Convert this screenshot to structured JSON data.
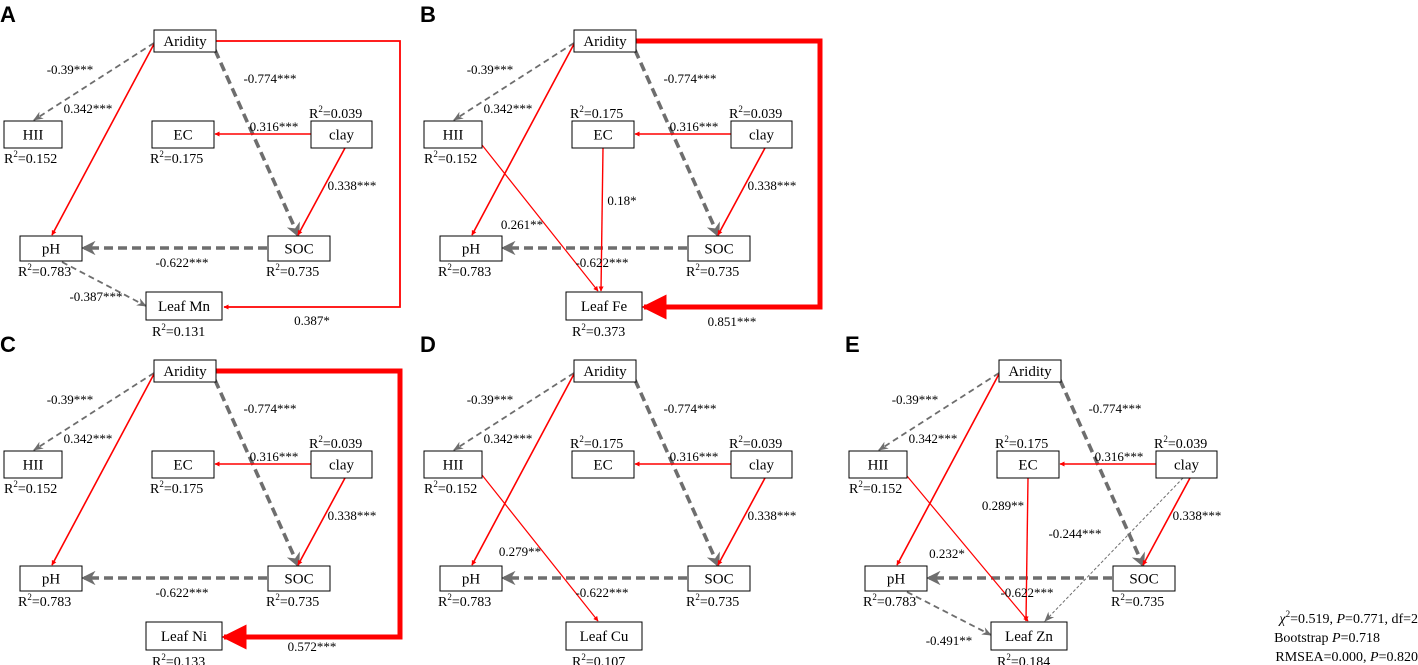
{
  "colors": {
    "positive": "#ff0000",
    "negative": "#6e6e6e",
    "text": "#000000"
  },
  "panels": [
    {
      "letter": "A",
      "nodes": {
        "aridity": "Aridity",
        "hii": "HII",
        "ec": "EC",
        "clay": "clay",
        "ph": "pH",
        "soc": "SOC",
        "leaf": "Leaf Mn"
      },
      "r2": {
        "hii": "0.152",
        "ec": "0.175",
        "clay": "0.039",
        "ph": "0.783",
        "soc": "0.735",
        "leaf": "0.131"
      },
      "coefs": {
        "aridity_hii": "-0.39***",
        "aridity_ph": "0.342***",
        "aridity_soc": "-0.774***",
        "clay_ec": "0.316***",
        "clay_soc": "0.338***",
        "soc_ph": "-0.622***",
        "ph_leaf": "-0.387***",
        "aridity_leaf": "0.387*"
      }
    },
    {
      "letter": "B",
      "nodes": {
        "aridity": "Aridity",
        "hii": "HII",
        "ec": "EC",
        "clay": "clay",
        "ph": "pH",
        "soc": "SOC",
        "leaf": "Leaf Fe"
      },
      "r2": {
        "hii": "0.152",
        "ec": "0.175",
        "clay": "0.039",
        "ph": "0.783",
        "soc": "0.735",
        "leaf": "0.373"
      },
      "coefs": {
        "aridity_hii": "-0.39***",
        "aridity_ph": "0.342***",
        "aridity_soc": "-0.774***",
        "clay_ec": "0.316***",
        "clay_soc": "0.338***",
        "soc_ph": "-0.622***",
        "ec_leaf": "0.18*",
        "hii_leaf": "0.261**",
        "aridity_leaf": "0.851***"
      }
    },
    {
      "letter": "C",
      "nodes": {
        "aridity": "Aridity",
        "hii": "HII",
        "ec": "EC",
        "clay": "clay",
        "ph": "pH",
        "soc": "SOC",
        "leaf": "Leaf Ni"
      },
      "r2": {
        "hii": "0.152",
        "ec": "0.175",
        "clay": "0.039",
        "ph": "0.783",
        "soc": "0.735",
        "leaf": "0.133"
      },
      "coefs": {
        "aridity_hii": "-0.39***",
        "aridity_ph": "0.342***",
        "aridity_soc": "-0.774***",
        "clay_ec": "0.316***",
        "clay_soc": "0.338***",
        "soc_ph": "-0.622***",
        "aridity_leaf": "0.572***"
      }
    },
    {
      "letter": "D",
      "nodes": {
        "aridity": "Aridity",
        "hii": "HII",
        "ec": "EC",
        "clay": "clay",
        "ph": "pH",
        "soc": "SOC",
        "leaf": "Leaf Cu"
      },
      "r2": {
        "hii": "0.152",
        "ec": "0.175",
        "clay": "0.039",
        "ph": "0.783",
        "soc": "0.735",
        "leaf": "0.107"
      },
      "coefs": {
        "aridity_hii": "-0.39***",
        "aridity_ph": "0.342***",
        "aridity_soc": "-0.774***",
        "clay_ec": "0.316***",
        "clay_soc": "0.338***",
        "soc_ph": "-0.622***",
        "hii_leaf": "0.279**"
      }
    },
    {
      "letter": "E",
      "nodes": {
        "aridity": "Aridity",
        "hii": "HII",
        "ec": "EC",
        "clay": "clay",
        "ph": "pH",
        "soc": "SOC",
        "leaf": "Leaf Zn"
      },
      "r2": {
        "hii": "0.152",
        "ec": "0.175",
        "clay": "0.039",
        "ph": "0.783",
        "soc": "0.735",
        "leaf": "0.184"
      },
      "coefs": {
        "aridity_hii": "-0.39***",
        "aridity_ph": "0.342***",
        "aridity_soc": "-0.774***",
        "clay_ec": "0.316***",
        "clay_soc": "0.338***",
        "soc_ph": "-0.622***",
        "ec_leaf": "0.289**",
        "clay_leaf": "-0.244***",
        "hii_leaf": "0.232*",
        "ph_leaf": "-0.491**"
      }
    }
  ],
  "r2_prefix": "R",
  "r2_sup": "2",
  "fit": {
    "chi_symbol": "χ",
    "chi_line_rest": "=0.519, ",
    "p1_label": "P",
    "p1_value": "=0.771, df=2",
    "bootstrap_label": "Bootstrap ",
    "bootstrap_value": "=0.718",
    "rmsea_label": "RMSEA=0.000, ",
    "rmsea_value": "=0.820"
  }
}
